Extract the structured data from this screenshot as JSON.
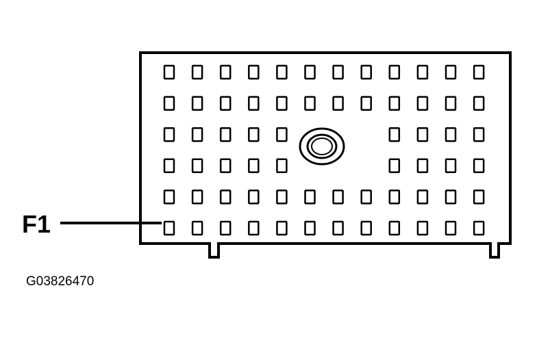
{
  "diagram": {
    "callout": {
      "label": "F1"
    },
    "figure_id": "G03826470",
    "connector": {
      "rows": 6,
      "columns": 12,
      "center_hole_rows": [
        2,
        3
      ],
      "center_hole_columns": [
        5,
        6,
        7
      ]
    }
  }
}
